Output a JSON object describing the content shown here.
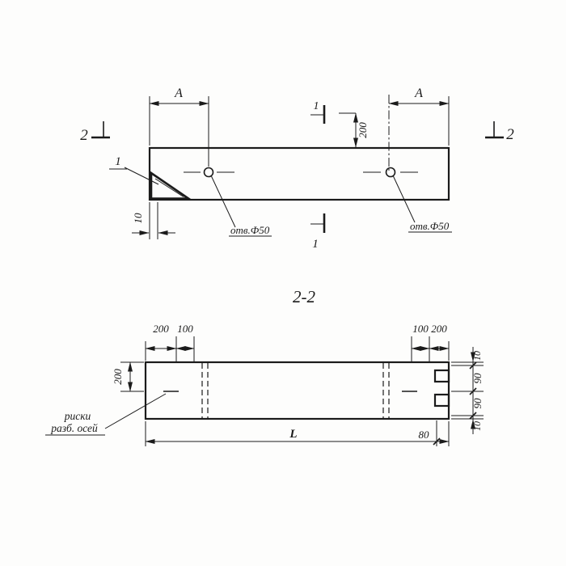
{
  "section_title": "2-2",
  "plan": {
    "dim_a_left": "A",
    "dim_a_right": "A",
    "dim_200": "200",
    "dim_10": "10",
    "hole_label_left": "отв.Ф50",
    "hole_label_right": "отв.Ф50",
    "cut2_left": "2",
    "cut2_right": "2",
    "cut1_top": "1",
    "cut1_bottom": "1",
    "detail_ref": "1"
  },
  "section": {
    "top_left_200": "200",
    "top_left_100": "100",
    "top_right_100": "100",
    "top_right_200": "200",
    "side_left_200": "200",
    "right_top_10": "10",
    "right_upper_90": "90",
    "right_lower_90": "90",
    "right_bottom_10": "10",
    "bottom_80": "80",
    "length_label": "L",
    "axes_note_line1": "риски",
    "axes_note_line2": "разб. осей"
  },
  "colors": {
    "ink": "#1b1b1b",
    "paper": "#fdfdfc"
  }
}
